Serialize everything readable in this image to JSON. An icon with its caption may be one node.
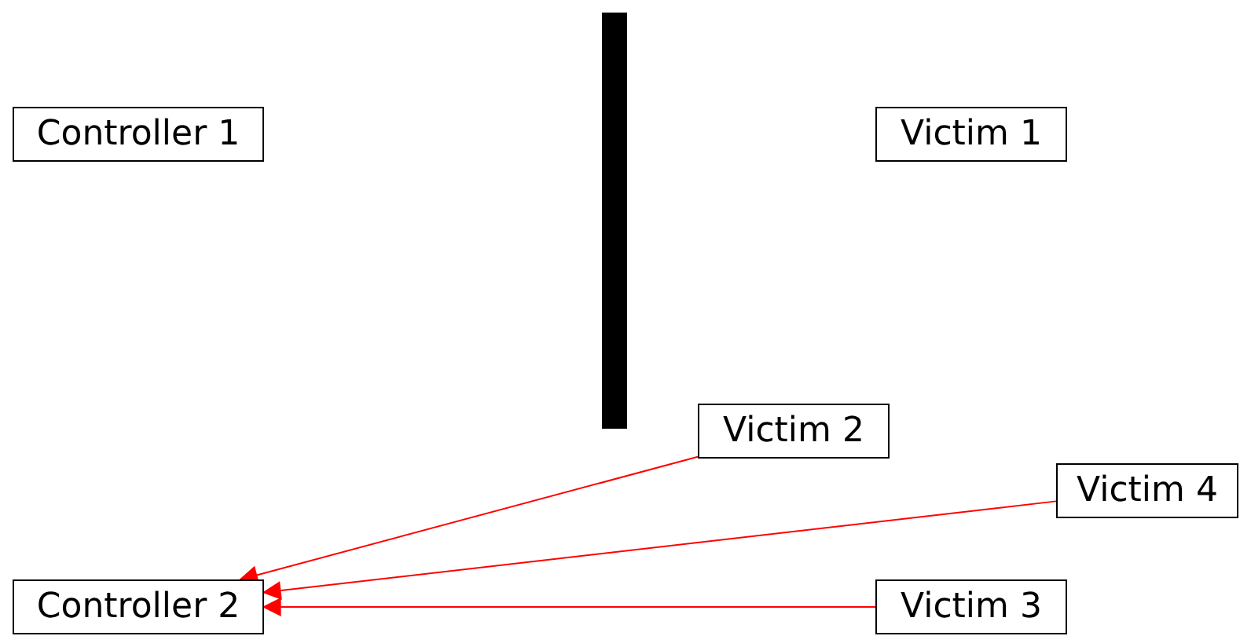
{
  "diagram": {
    "nodes": [
      {
        "text": [
          "Controller 1"
        ]
      },
      {
        "text": [
          "Victim 1"
        ]
      },
      {
        "text": [
          "Victim 2"
        ]
      },
      {
        "text": [
          "Victim 4"
        ]
      },
      {
        "text": [
          "Controller 2"
        ]
      },
      {
        "text": [
          "Victim 3"
        ]
      },
      {
        "text": [],
        "shape": "bar"
      }
    ],
    "edges": [
      {
        "from": 2,
        "to": 4,
        "arrow": "to"
      },
      {
        "from": 3,
        "to": 4,
        "arrow": "to"
      },
      {
        "from": 5,
        "to": 4,
        "arrow": "to"
      }
    ]
  }
}
